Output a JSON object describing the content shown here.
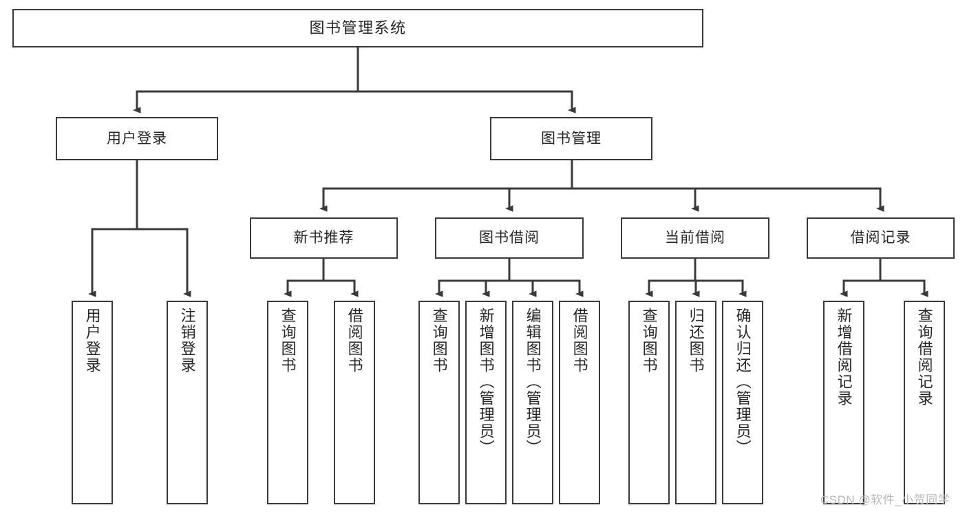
{
  "diagram": {
    "type": "tree",
    "title": "图书管理系统",
    "watermark": "CSDN @软件_小贺同学",
    "colors": {
      "box_border": "#3a3a3a",
      "box_fill": "#ffffff",
      "edge": "#3a3a3a",
      "text": "#262626",
      "watermark": "#b9b9b9"
    },
    "nodes": {
      "root": {
        "label": "图书管理系统"
      },
      "level2": [
        {
          "id": "user-login",
          "label": "用户登录"
        },
        {
          "id": "book-manage",
          "label": "图书管理"
        }
      ],
      "level3": [
        {
          "id": "new-book-rec",
          "label": "新书推荐"
        },
        {
          "id": "book-borrow",
          "label": "图书借阅"
        },
        {
          "id": "current-borrow",
          "label": "当前借阅"
        },
        {
          "id": "borrow-record",
          "label": "借阅记录"
        }
      ],
      "leaves": {
        "user-login": [
          {
            "id": "leaf-user-login",
            "label": "用户登录"
          },
          {
            "id": "leaf-logout-login",
            "label": "注销登录"
          }
        ],
        "new-book-rec": [
          {
            "id": "leaf-query-book-1",
            "label": "查询图书"
          },
          {
            "id": "leaf-borrow-book-1",
            "label": "借阅图书"
          }
        ],
        "book-borrow": [
          {
            "id": "leaf-query-book-2",
            "label": "查询图书"
          },
          {
            "id": "leaf-add-book",
            "label": "新增图书（管理员）"
          },
          {
            "id": "leaf-edit-book",
            "label": "编辑图书（管理员）"
          },
          {
            "id": "leaf-borrow-book-2",
            "label": "借阅图书"
          }
        ],
        "current-borrow": [
          {
            "id": "leaf-query-book-3",
            "label": "查询图书"
          },
          {
            "id": "leaf-return-book",
            "label": "归还图书"
          },
          {
            "id": "leaf-confirm-return",
            "label": "确认归还（管理员）"
          }
        ],
        "borrow-record": [
          {
            "id": "leaf-add-record",
            "label": "新增借阅记录"
          },
          {
            "id": "leaf-query-record",
            "label": "查询借阅记录"
          }
        ]
      }
    }
  }
}
